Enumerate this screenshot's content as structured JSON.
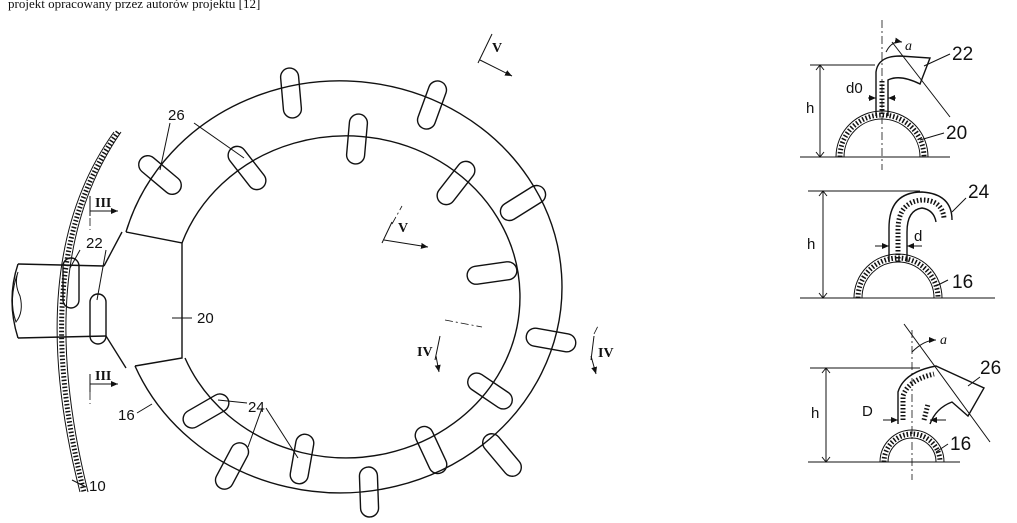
{
  "caption": "projekt opracowany przez autorów projektu [12]",
  "main_view": {
    "labels": {
      "hose_group_outer": "26",
      "hose_group_inline": "22",
      "hose_group_inner": "24",
      "manifold": "20",
      "ring_pipe": "16",
      "tank_wall": "10"
    },
    "section_marks": {
      "section_3": "III",
      "section_4": "IV",
      "section_5": "V"
    }
  },
  "detail_22": {
    "angle_label": "a",
    "part_label": "22",
    "pipe_label": "20",
    "diameter_label": "d0",
    "height_label": "h"
  },
  "detail_24": {
    "part_label": "24",
    "pipe_label": "16",
    "diameter_label": "d",
    "height_label": "h"
  },
  "detail_26": {
    "angle_label": "a",
    "part_label": "26",
    "pipe_label": "16",
    "diameter_label": "D",
    "height_label": "h"
  }
}
